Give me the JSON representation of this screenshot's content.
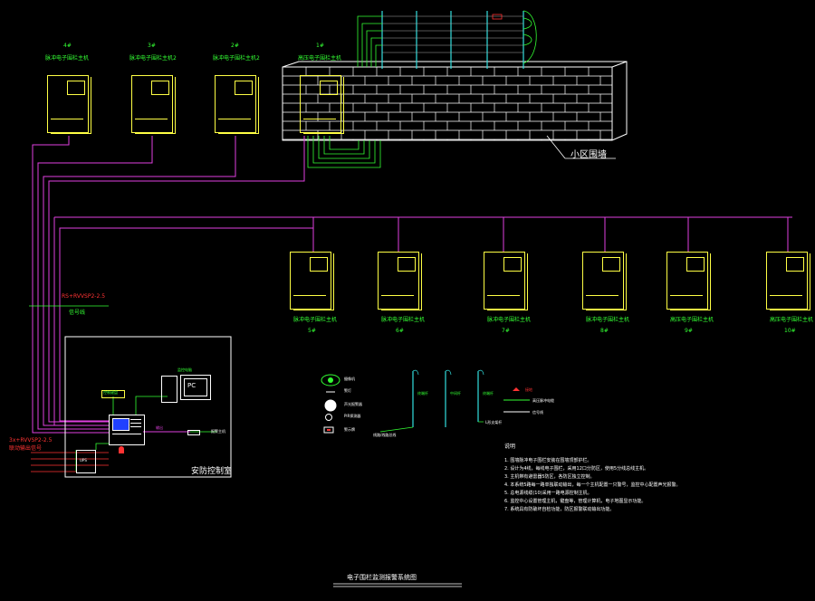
{
  "colors": {
    "background": "#000000",
    "host": "#ffff44",
    "magenta": "#e040e0",
    "green": "#33ff33",
    "cyan": "#33e0e0",
    "wall": "#ffffff",
    "red": "#ff3333",
    "screen": "#2040ff"
  },
  "wall": {
    "label": "小区围墙"
  },
  "top_hosts": [
    {
      "number": "4#",
      "name": "脉冲电子围栏主机"
    },
    {
      "number": "3#",
      "name": "脉冲电子围栏主机2"
    },
    {
      "number": "2#",
      "name": "脉冲电子围栏主机2"
    },
    {
      "number": "1#",
      "name": "高压电子围栏主机"
    }
  ],
  "bottom_hosts": [
    {
      "number": "5#",
      "name": "脉冲电子围栏主机"
    },
    {
      "number": "6#",
      "name": "脉冲电子围栏主机"
    },
    {
      "number": "7#",
      "name": "脉冲电子围栏主机"
    },
    {
      "number": "8#",
      "name": "脉冲电子围栏主机"
    },
    {
      "number": "9#",
      "name": "高压电子围栏主机"
    },
    {
      "number": "10#",
      "name": "高压电子围栏主机"
    }
  ],
  "cable_label": {
    "line1": "RS+RVVSP2-2.5",
    "line2": "信号线"
  },
  "control_room": {
    "title": "安防控制室",
    "pc_label": "PC",
    "monitor_label": "监控电脑",
    "keyboard_label": "控制键盘",
    "ups_label": "UPS",
    "alarm_label": "报警主机",
    "output_label": "输出",
    "power_line1": "3x+RVVSP2-2.5",
    "power_line2": "联动输出信号"
  },
  "legend": [
    {
      "icon": "camera-icon",
      "text": "摄像机"
    },
    {
      "icon": "light-icon",
      "text": "警灯"
    },
    {
      "icon": "siren-icon",
      "text": "声光报警器"
    },
    {
      "icon": "detector-icon",
      "text": "PIR探测器"
    },
    {
      "icon": "sign-icon",
      "text": "警示牌"
    }
  ],
  "poles": {
    "p1": "终端杆",
    "p2": "中间杆",
    "p3": "终端杆",
    "base1": "线路/线路总线",
    "base2": "L形支架杆"
  },
  "line_legend": {
    "ground": "接地",
    "hv_line": "高压脉冲电缆",
    "signal_line": "信号线"
  },
  "notes": {
    "heading": "说明",
    "items": [
      "1. 围墙脉冲电子围栏安装在围墙顶部护栏。",
      "2. 设计为4线，每线电子围栏，采用12口分防区，使用5分线总线主机。",
      "3. 主机带有避雷器5防区，各防区独立控制。",
      "4. 本系统5路每一路单独联动输出，每一个主机配置一只警号，监控中心配置声光报警。",
      "5. 总电源线缆(10)采用一路电源控制主机。",
      "6. 监控中心设置管理主机，键盘等，管理计算机，电子地图显示功能。",
      "7. 系统具有防破坏自检功能，防区报警联动输出功能。"
    ]
  },
  "footer_title": "电子围栏监测报警系统图"
}
